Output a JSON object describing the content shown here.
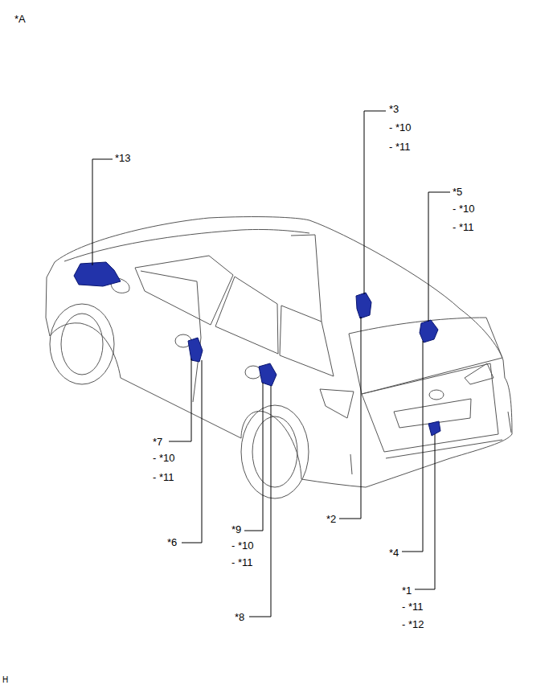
{
  "diagram": {
    "labels": [
      "*A",
      "*13",
      "*3",
      "- *10",
      "- *11",
      "*5",
      "- *10",
      "- *11",
      "*7",
      "- *10",
      "- *11",
      "*2",
      "*6",
      "*9",
      "- *10",
      "- *11",
      "*4",
      "*1",
      "- *11",
      "- *12",
      "*8",
      "H"
    ]
  }
}
